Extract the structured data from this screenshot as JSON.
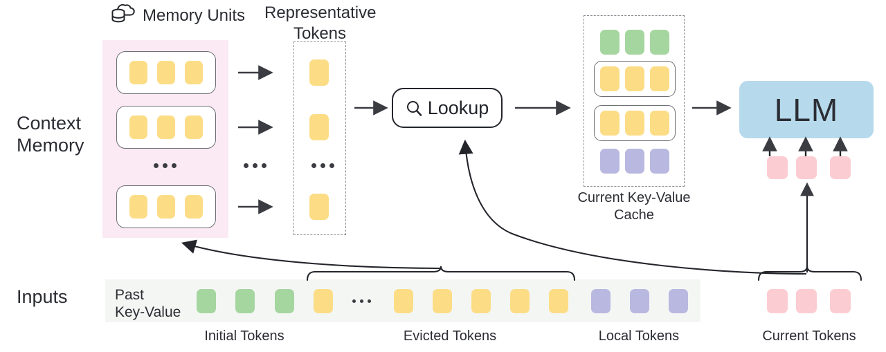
{
  "diagram": {
    "title": "Context Memory retrieval for LLM key-value cache",
    "row_labels": {
      "context_memory": "Context\nMemory",
      "inputs": "Inputs"
    },
    "headers": {
      "memory_units": "Memory Units",
      "representative_tokens": "Representative\nTokens",
      "current_kv_cache": "Current Key-Value\nCache"
    },
    "lookup": {
      "label": "Lookup",
      "icon": "search-icon"
    },
    "llm": {
      "label": "LLM"
    },
    "memory_units": {
      "count": 3,
      "tokens_per_unit": 3,
      "token_color": "#fcdd86",
      "ellipsis": "...",
      "panel_color": "#fbeaf4"
    },
    "representative_tokens": {
      "count": 3,
      "ellipsis": "...",
      "token_color": "#fcdd86"
    },
    "arrows_ellipsis": "...",
    "cache_rows": [
      {
        "name": "initial",
        "color": "#a5d6a0",
        "boxed": false,
        "count": 3
      },
      {
        "name": "retrieved-upper",
        "color": "#fcdd86",
        "boxed": true,
        "count": 3
      },
      {
        "name": "retrieved-lower",
        "color": "#fcdd86",
        "boxed": true,
        "count": 3
      },
      {
        "name": "local",
        "color": "#b9b8e0",
        "boxed": false,
        "count": 3
      }
    ],
    "current_tokens_under_llm": {
      "count": 3,
      "color": "#fbcdd2"
    },
    "inputs": {
      "past_key_value_label": "Past\nKey-Value",
      "bar_color": "#f4f6f4",
      "sequence": [
        {
          "color": "#a5d6a0",
          "type": "token"
        },
        {
          "color": "#a5d6a0",
          "type": "token"
        },
        {
          "color": "#a5d6a0",
          "type": "token"
        },
        {
          "color": "#fcdd86",
          "type": "token"
        },
        {
          "type": "ellipsis",
          "text": "..."
        },
        {
          "color": "#fcdd86",
          "type": "token"
        },
        {
          "color": "#fcdd86",
          "type": "token"
        },
        {
          "color": "#fcdd86",
          "type": "token"
        },
        {
          "color": "#fcdd86",
          "type": "token"
        },
        {
          "color": "#fcdd86",
          "type": "token"
        },
        {
          "color": "#b9b8e0",
          "type": "token"
        },
        {
          "color": "#b9b8e0",
          "type": "token"
        },
        {
          "color": "#b9b8e0",
          "type": "token"
        }
      ],
      "current_tokens": {
        "count": 3,
        "color": "#fbcdd2"
      },
      "captions": {
        "initial": "Initial Tokens",
        "evicted": "Evicted Tokens",
        "local": "Local Tokens",
        "current": "Current Tokens"
      }
    },
    "colors": {
      "yellow": "#fcdd86",
      "green": "#a5d6a0",
      "purple": "#b9b8e0",
      "pink_token": "#fbcdd2",
      "llm_blue": "#b6d9ec",
      "panel_pink": "#fbeaf4",
      "input_bar": "#f4f6f4",
      "stroke": "#2b2d33"
    }
  }
}
